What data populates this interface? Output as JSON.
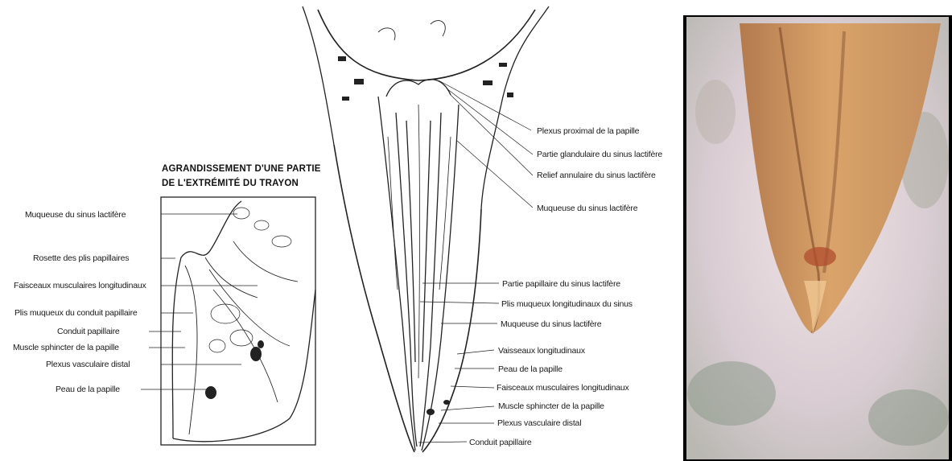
{
  "inset": {
    "title_line1": "AGRANDISSEMENT D'UNE PARTIE",
    "title_line2": "DE L'EXTRÉMITÉ DU TRAYON",
    "labels": [
      "Muqueuse du sinus lactifère",
      "Rosette des plis papillaires",
      "Faisceaux musculaires longitudinaux",
      "Plis muqueux du conduit papillaire",
      "Conduit papillaire",
      "Muscle sphincter de la papille",
      "Plexus vasculaire distal",
      "Peau de la papille"
    ]
  },
  "teat": {
    "labels_upper": [
      "Plexus proximal de la papille",
      "Partie glandulaire du sinus lactifère",
      "Relief annulaire du sinus lactifère",
      "Muqueuse du sinus lactifère"
    ],
    "labels_lower": [
      "Partie papillaire du sinus lactifère",
      "Plis muqueux longitudinaux du sinus",
      "Muqueuse du sinus lactifère",
      "Vaisseaux longitudinaux",
      "Peau de la papille",
      "Faisceaux musculaires longitudinaux",
      "Muscle sphincter de la papille",
      "Plexus vasculaire distal",
      "Conduit papillaire"
    ]
  },
  "colors": {
    "line": "#222222",
    "photo_skin": "#c9905a",
    "photo_background": "#d8cdd2"
  }
}
